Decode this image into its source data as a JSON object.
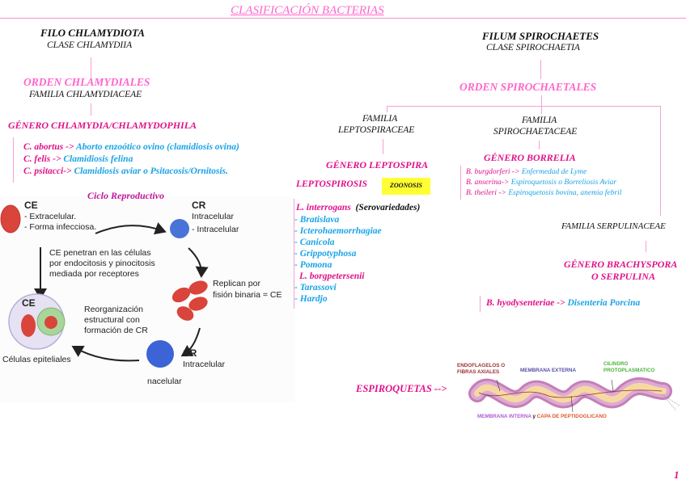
{
  "page": {
    "title": "CLASIFICACIÓN BACTERIAS",
    "page_number": "1"
  },
  "chlamydia": {
    "phylum": "FILO CHLAMYDIOTA",
    "class": "CLASE CHLAMYDIIA",
    "order": "ORDEN CHLAMYDIALES",
    "family": "FAMILIA CHLAMYDIACEAE",
    "genus": "GÉNERO CHLAMYDIA/CHLAMYDOPHILA",
    "species": [
      {
        "name": "C. abortus",
        "arrow": " -> ",
        "disease": "Aborto enzoótico ovino (clamidiosis ovina)"
      },
      {
        "name": "C. felis",
        "arrow": " -> ",
        "disease": "Clamidiosis felina"
      },
      {
        "name": "C. psitacci",
        "arrow": "-> ",
        "disease": "Clamidiosis aviar o Psitacosis/Ornitosis."
      }
    ],
    "cycle": {
      "title": "Ciclo Reproductivo",
      "ce_label": "CE",
      "ce_desc": [
        "- Extracelular.",
        "- Forma infecciosa."
      ],
      "cr_top_label": "CR",
      "cr_top_desc": [
        "Intracelular",
        "- Intracelular"
      ],
      "penetration": [
        "CE penetran en las células",
        "por endocitosis y pinocitosis",
        "mediada por receptores"
      ],
      "replication": [
        "Replican por",
        "fisión binaria = CE"
      ],
      "reorganization": [
        "Reorganización",
        "estructural con",
        "formación de CR"
      ],
      "cell_ce_label": "CE",
      "cells_label": "Células epiteliales",
      "cr_bottom_label": "CR",
      "cr_bottom_desc": "Intracelular",
      "cr_bottom_sub": "nacelular"
    }
  },
  "spirochaetes": {
    "phylum": "FILUM SPIROCHAETES",
    "class": "CLASE SPIROCHAETIA",
    "order": "ORDEN SPIROCHAETALES",
    "leptospiraceae": {
      "family": [
        "FAMILIA",
        "LEPTOSPIRACEAE"
      ],
      "genus": "GÉNERO LEPTOSPIRA",
      "disease": "LEPTOSPIROSIS",
      "badge": "ZOONOSIS",
      "species1": {
        "name": "L. interrogans",
        "note": "(Serovariedades)"
      },
      "serovars1": [
        "- Bratislava",
        "- Icterohaemorrhagiae",
        "- Canicola",
        "- Grippotyphosa",
        "- Pomona"
      ],
      "species2": {
        "name": "L. borgpetersenii"
      },
      "serovars2": [
        "- Tarassovi",
        "- Hardjo"
      ]
    },
    "spirochaetaceae": {
      "family": [
        "FAMILIA",
        "SPIROCHAETACEAE"
      ],
      "genus": "GÉNERO BORRELIA",
      "species": [
        {
          "name": "B. burgdorferi",
          "arrow": " -> ",
          "disease": "Enfermedad de Lyme"
        },
        {
          "name": "B. anserina",
          "arrow": "-> ",
          "disease": "Espiroquetosis o Borreliosis Aviar"
        },
        {
          "name": "B. theileri",
          "arrow": " ->  ",
          "disease": "Espiroquetosis bovina, anemia febril"
        }
      ]
    },
    "serpulinaceae": {
      "family": "FAMILIA SERPULINACEAE",
      "genus": [
        "GÉNERO BRACHYSPORA",
        "O SERPULINA"
      ],
      "species": {
        "name": "B. hyodysenteriae",
        "arrow": " -> ",
        "disease": "Disenteria Porcina"
      }
    },
    "diagram": {
      "label": "ESPIROQUETAS -->",
      "parts": {
        "endoflagella": [
          "ENDOFLAGELOS O",
          "FIBRAS AXIALES"
        ],
        "outer_membrane": "MEMBRANA EXTERNA",
        "cylinder": [
          "CILINDRO",
          "PROTOPLASMATICO"
        ],
        "inner_membrane": "MEMBRANA INTERNA",
        "conj": " y ",
        "peptidoglycan": "CAPA DE PEPTIDOGLICANO"
      },
      "colors": {
        "endoflagella": "#a0303a",
        "outer_membrane": "#5a4fa8",
        "cylinder": "#4bb33a",
        "inner_membrane": "#b05ad8",
        "peptidoglycan": "#e2572a"
      }
    }
  }
}
